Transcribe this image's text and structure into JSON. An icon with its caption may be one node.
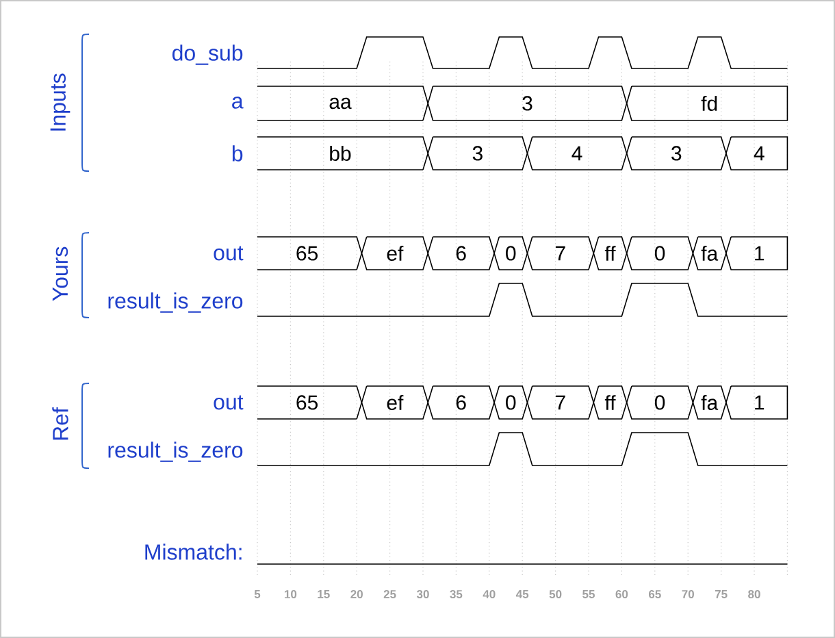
{
  "diagram": {
    "nodes": [
      {
        "text": [
          "aa"
        ]
      },
      {
        "text": [
          "3"
        ]
      },
      {
        "text": [
          "fd"
        ]
      },
      {
        "text": [
          "bb"
        ]
      },
      {
        "text": [
          "3"
        ]
      },
      {
        "text": [
          "4"
        ]
      },
      {
        "text": [
          "3"
        ]
      },
      {
        "text": [
          "4"
        ]
      },
      {
        "text": [
          "65"
        ]
      },
      {
        "text": [
          "ef"
        ]
      },
      {
        "text": [
          "6"
        ]
      },
      {
        "text": [
          "0"
        ]
      },
      {
        "text": [
          "7"
        ]
      },
      {
        "text": [
          "ff"
        ]
      },
      {
        "text": [
          "0"
        ]
      },
      {
        "text": [
          "fa"
        ]
      },
      {
        "text": [
          "1"
        ]
      },
      {
        "text": [
          "65"
        ]
      },
      {
        "text": [
          "ef"
        ]
      },
      {
        "text": [
          "6"
        ]
      },
      {
        "text": [
          "0"
        ]
      },
      {
        "text": [
          "7"
        ]
      },
      {
        "text": [
          "ff"
        ]
      },
      {
        "text": [
          "0"
        ]
      },
      {
        "text": [
          "fa"
        ]
      },
      {
        "text": [
          "1"
        ]
      }
    ],
    "labels": [
      "Inputs",
      "do_sub",
      "a",
      "b",
      "Yours",
      "out",
      "result_is_zero",
      "Ref",
      "out",
      "result_is_zero",
      "Mismatch:",
      "5",
      "10",
      "15",
      "20",
      "25",
      "30",
      "35",
      "40",
      "45",
      "50",
      "55",
      "60",
      "65",
      "70",
      "75",
      "80"
    ]
  }
}
